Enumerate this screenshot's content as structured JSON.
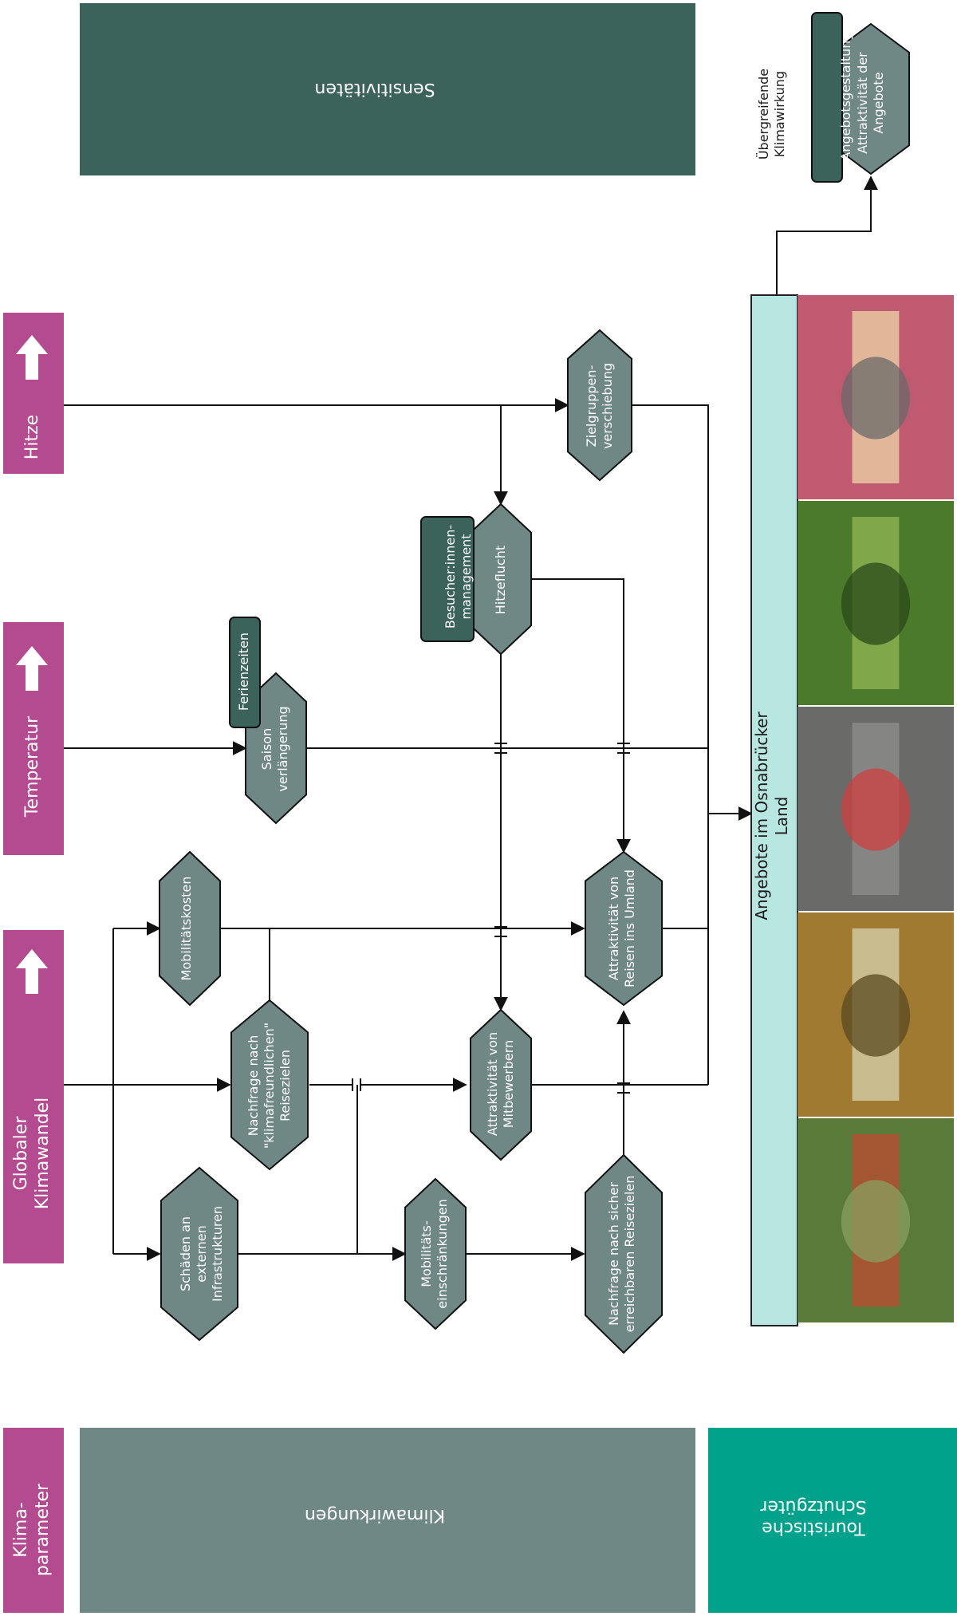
{
  "colors": {
    "klimaparameter": "#b44a8f",
    "klimawirkung": "#6f8886",
    "sensitivitaet": "#3c625c",
    "schutzgueter": "#00a28b",
    "angebote_bar": "#b8e6e1",
    "line": "#111111"
  },
  "bands": {
    "klimaparameter": "Klima-\nparameter",
    "klimawirkungen": "Klimawirkungen",
    "sensitivitaeten": "Sensitivitäten",
    "schutzgueter": "Touristische\nSchutzgüter"
  },
  "parameters": [
    {
      "label": "Globaler Klimawandel",
      "icon": "arrow-up-icon"
    },
    {
      "label": "Temperatur",
      "icon": "arrow-up-icon"
    },
    {
      "label": "Hitze",
      "icon": "arrow-up-icon"
    }
  ],
  "impacts": {
    "mobilitaetskosten": "Mobilitätskosten",
    "saisonverlaengerung": "Saison\nverlängerung",
    "hitzeflucht": "Hitzeflucht",
    "zielgruppenverschiebung": "Zielgruppen-\nverschiebung",
    "nachfrage_klimafreundlich": "Nachfrage nach\n\"klimafreundlichen\"\nReisezielen",
    "attraktivitaet_umland": "Attraktivität von\nReisen ins Umland",
    "attraktivitaet_mitbewerber": "Attraktivität von\nMitbewerbern",
    "schaeden_infrastrukturen": "Schäden an externen\nInfrastrukturen",
    "mobilitaetseinschraenkungen": "Mobilitäts-\neinschränkungen",
    "nachfrage_sicher": "Nachfrage nach sicher\nerreichbaren Reisezielen",
    "attraktivitaet_angebote": "Attraktivität der\nAngebote"
  },
  "sensitivities": {
    "ferienzeiten": "Ferienzeiten",
    "besuchermanagement": "Besucher:innen-\nmanagement",
    "angebotsgestaltung": "Angebotsgestaltung"
  },
  "angebote_bar_label": "Angebote im Osnabrücker Land",
  "uebergreifend_label": "Übergreifende\nKlimawirkung",
  "photos": [
    {
      "name": "massage-photo",
      "colors": [
        "#c05a70",
        "#e8c8a0",
        "#6a6a6a"
      ]
    },
    {
      "name": "cyclists-photo",
      "colors": [
        "#4a7a2a",
        "#8ab050",
        "#2a4a1a"
      ]
    },
    {
      "name": "kayak-photo",
      "colors": [
        "#6a6a68",
        "#8a8a88",
        "#d04040"
      ]
    },
    {
      "name": "autumn-stream-photo",
      "colors": [
        "#a07a30",
        "#d0c8a0",
        "#5a4a20"
      ]
    },
    {
      "name": "hikers-village-photo",
      "colors": [
        "#5a7a3a",
        "#b05030",
        "#8aa060"
      ]
    }
  ]
}
